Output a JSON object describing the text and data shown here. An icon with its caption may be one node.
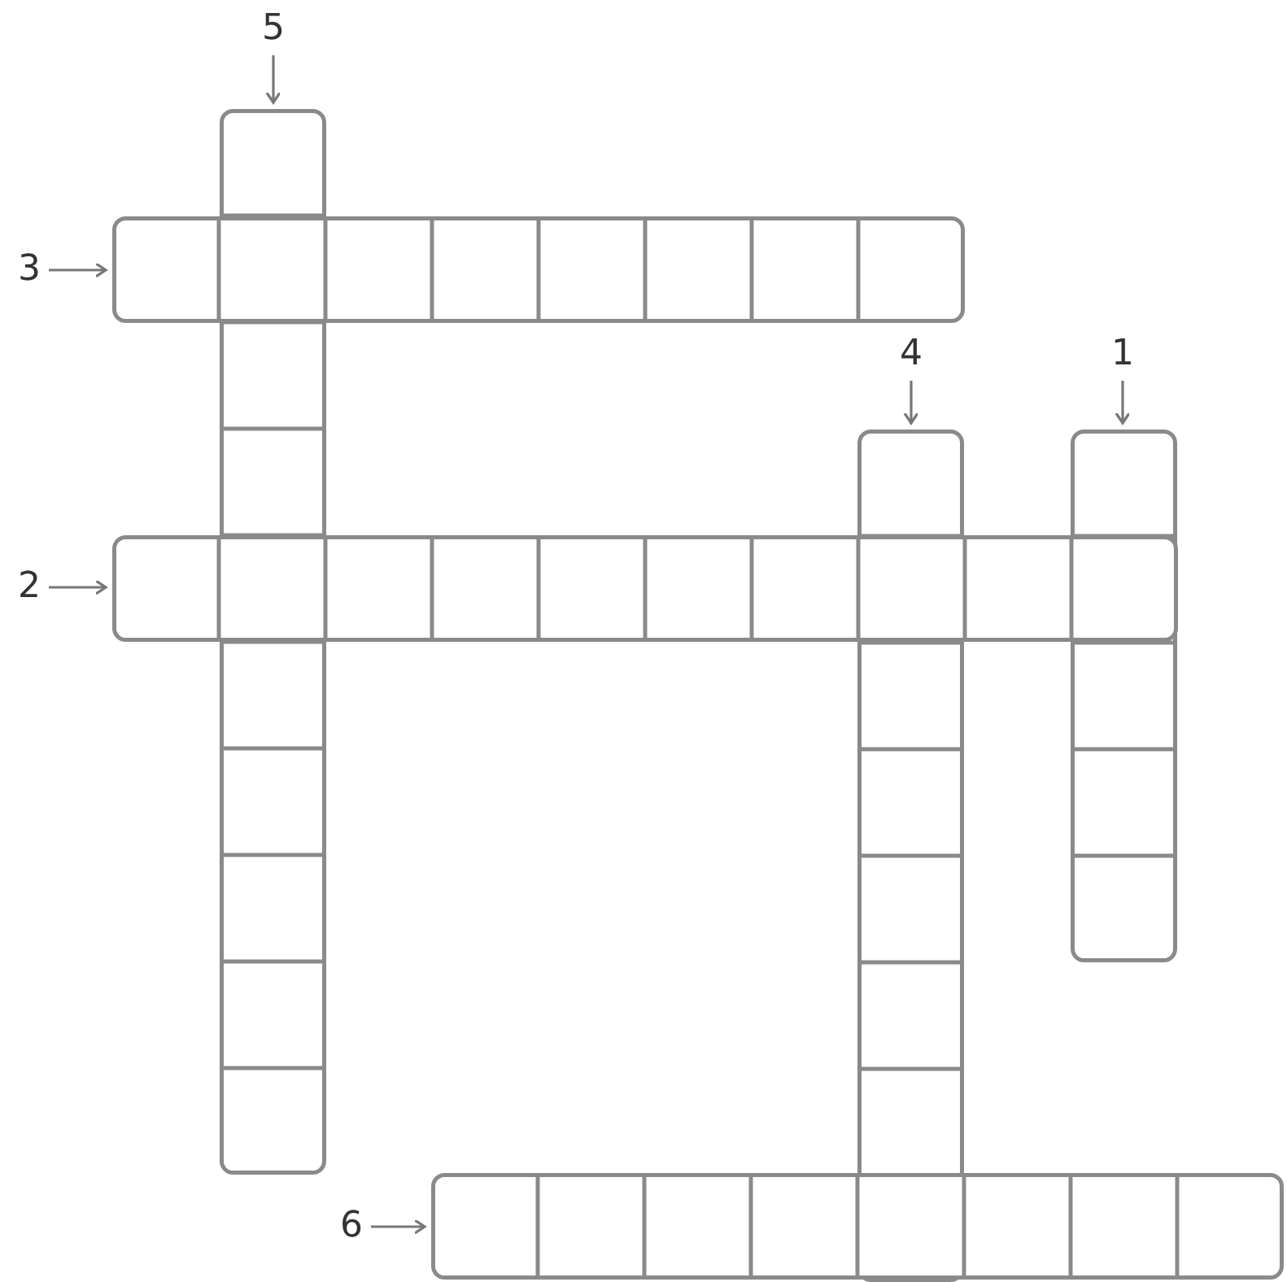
{
  "diagram": {
    "nodes": [
      {
        "text": [
          "5"
        ]
      },
      {
        "text": [
          "3"
        ]
      },
      {
        "text": [
          "4"
        ]
      },
      {
        "text": [
          "1"
        ]
      },
      {
        "text": [
          "2"
        ]
      },
      {
        "text": [
          "6"
        ]
      },
      {
        "text": [],
        "shape": "box"
      },
      {
        "text": [],
        "shape": "box"
      },
      {
        "text": [],
        "shape": "box"
      },
      {
        "text": [],
        "shape": "box"
      },
      {
        "text": [],
        "shape": "box"
      },
      {
        "text": [],
        "shape": "box"
      }
    ],
    "edges": [
      {
        "from": 0,
        "to": 6,
        "arrow": "to"
      },
      {
        "from": 1,
        "to": 7,
        "arrow": "to"
      },
      {
        "from": 2,
        "to": 8,
        "arrow": "to"
      },
      {
        "from": 3,
        "to": 9,
        "arrow": "to"
      },
      {
        "from": 4,
        "to": 10,
        "arrow": "to"
      },
      {
        "from": 5,
        "to": 11,
        "arrow": "to"
      }
    ]
  }
}
